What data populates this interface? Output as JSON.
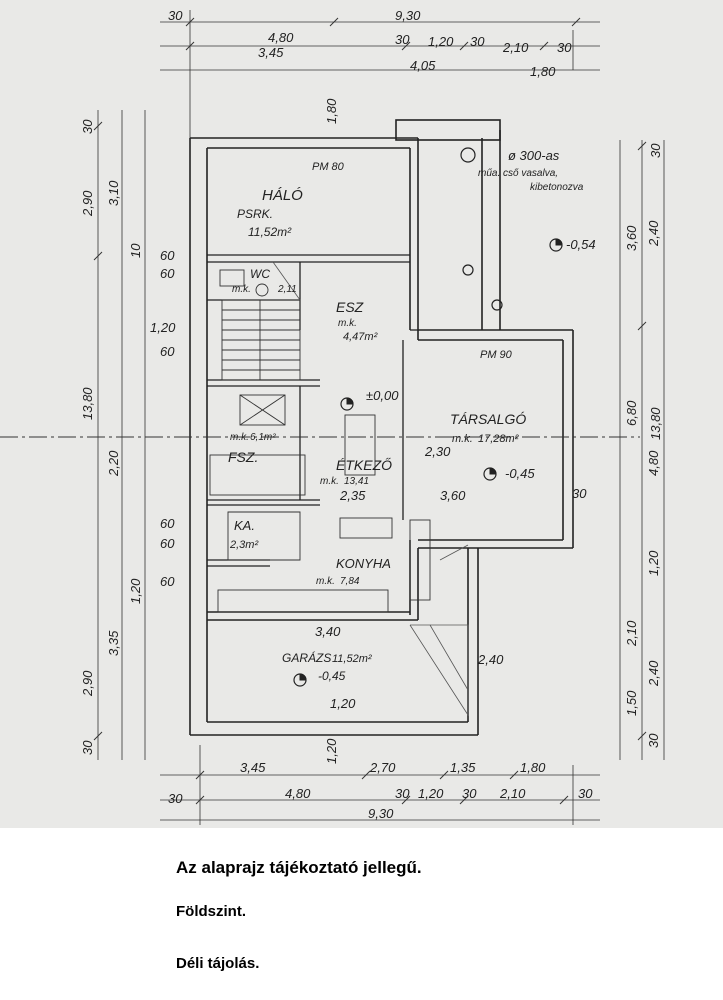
{
  "captions": {
    "note": "Az alaprajz tájékoztató jellegű.",
    "floor": "Földszint.",
    "orientation": "Déli tájolás."
  },
  "rooms": {
    "halo": {
      "name": "HÁLÓ",
      "sub": "PSRK.",
      "area": "11,52m²"
    },
    "wc": {
      "name": "WC",
      "sub": "m.k.",
      "area": "2,11"
    },
    "esz": {
      "name": "ESZ",
      "sub": "m.k.",
      "area": "4,47m²"
    },
    "tarsalgo": {
      "name": "TÁRSALGÓ",
      "sub": "m.k.",
      "area": "17,28m²"
    },
    "fsz": {
      "name": "FSZ.",
      "sub": "m.k.",
      "area": "6,1m²"
    },
    "etkezo": {
      "name": "ÉTKEZŐ",
      "sub": "m.k.",
      "area": "13,41"
    },
    "ka": {
      "name": "KA.",
      "area": "2,3m²"
    },
    "konyha": {
      "name": "KONYHA",
      "sub": "m.k.",
      "area": "7,84"
    },
    "garazs": {
      "name": "GARÁZS",
      "area": "11,52m²"
    }
  },
  "levels": {
    "a": "-0,54",
    "b": "±0,00",
    "c": "-0,45",
    "d": "-0,45"
  },
  "notes": {
    "pipe": "ø 300-as",
    "pipe2": "műa. cső vasalva,",
    "pipe3": "kibetonozva",
    "door": "PM 90",
    "window": "PM 80"
  },
  "dims": {
    "top": [
      "30",
      "9,30",
      "4,80",
      "30",
      "1,20",
      "30",
      "2,10",
      "30",
      "3,45",
      "4,05",
      "1,80"
    ],
    "bottom": [
      "3,45",
      "2,70",
      "1,35",
      "1,80",
      "30",
      "4,80",
      "30",
      "1,20",
      "30",
      "2,10",
      "30",
      "9,30"
    ],
    "left": [
      "30",
      "2,90",
      "3,10",
      "13,80",
      "10",
      "60",
      "60",
      "1,20",
      "60",
      "2,20",
      "60",
      "60",
      "1,20",
      "60",
      "2,90",
      "3,35",
      "30"
    ],
    "right": [
      "30",
      "3,60",
      "2,40",
      "6,80",
      "13,80",
      "4,80",
      "1,20",
      "2,10",
      "2,40",
      "1,50",
      "30"
    ],
    "inner": [
      "3,40",
      "2,35",
      "2,30",
      "3,60",
      "30",
      "2,40",
      "1,20",
      "1,80",
      "1,20"
    ]
  }
}
